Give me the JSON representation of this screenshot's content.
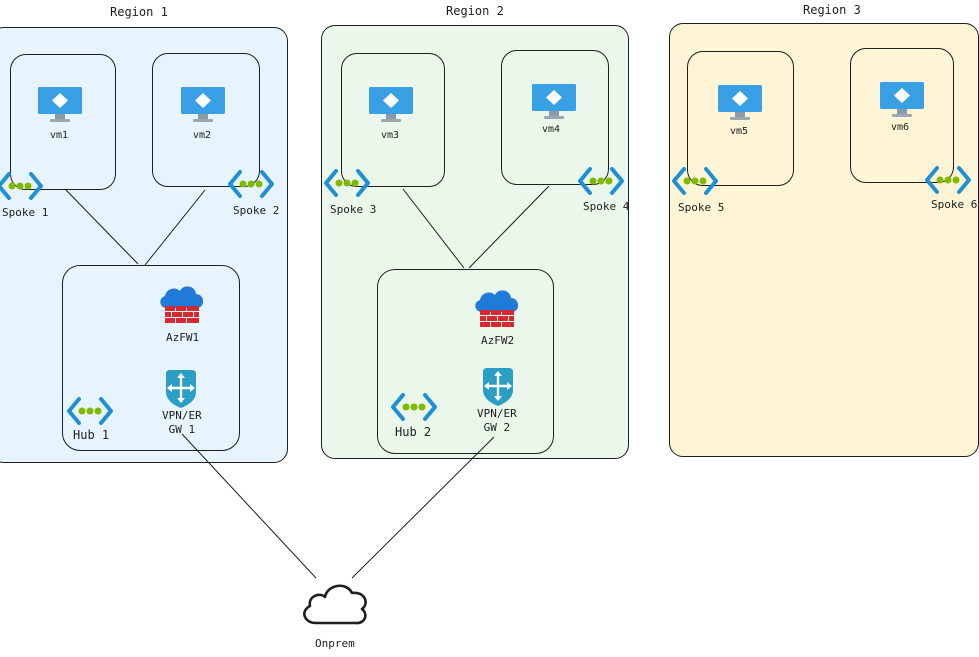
{
  "regions": [
    {
      "label": "Region 1",
      "color": "#e7f4fd"
    },
    {
      "label": "Region 2",
      "color": "#eaf7ea"
    },
    {
      "label": "Region 3",
      "color": "#fdf5d6"
    }
  ],
  "vms": [
    "vm1",
    "vm2",
    "vm3",
    "vm4",
    "vm5",
    "vm6"
  ],
  "spokes": [
    "Spoke 1",
    "Spoke 2",
    "Spoke 3",
    "Spoke 4",
    "Spoke 5",
    "Spoke 6"
  ],
  "hubs": [
    {
      "label": "Hub 1",
      "firewall": "AzFW1",
      "gateway": "VPN/ER\nGW 1"
    },
    {
      "label": "Hub 2",
      "firewall": "AzFW2",
      "gateway": "VPN/ER\nGW 2"
    }
  ],
  "onprem": {
    "label": "Onprem"
  },
  "colors": {
    "stroke": "#1e1e1e",
    "vm_blue": "#3aa0e6",
    "vnet_blue": "#1e90d6",
    "dot_green": "#7fba00",
    "fw_cloud": "#1f7ad8",
    "fw_brick": "#d8282f",
    "gw_teal": "#2a9ec4"
  }
}
